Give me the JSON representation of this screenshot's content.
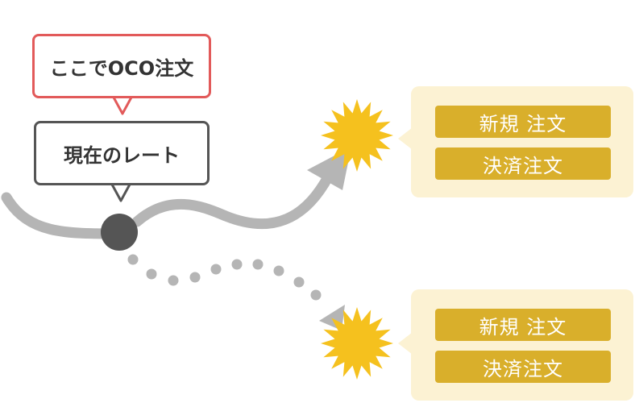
{
  "callouts": {
    "oco": "ここでOCO注文",
    "current_rate": "現在のレート"
  },
  "outcomes": [
    {
      "new_order": "新規 注文",
      "settle_order": "決済注文"
    },
    {
      "new_order": "新規 注文",
      "settle_order": "決済注文"
    }
  ],
  "colors": {
    "oco_border": "#e25a5a",
    "rate_border": "#555555",
    "path": "#b5b5b5",
    "burst": "#f5c11e",
    "panel_bg": "#fcf2d3",
    "pill_bg": "#d9af2b",
    "current_point": "#555555"
  }
}
